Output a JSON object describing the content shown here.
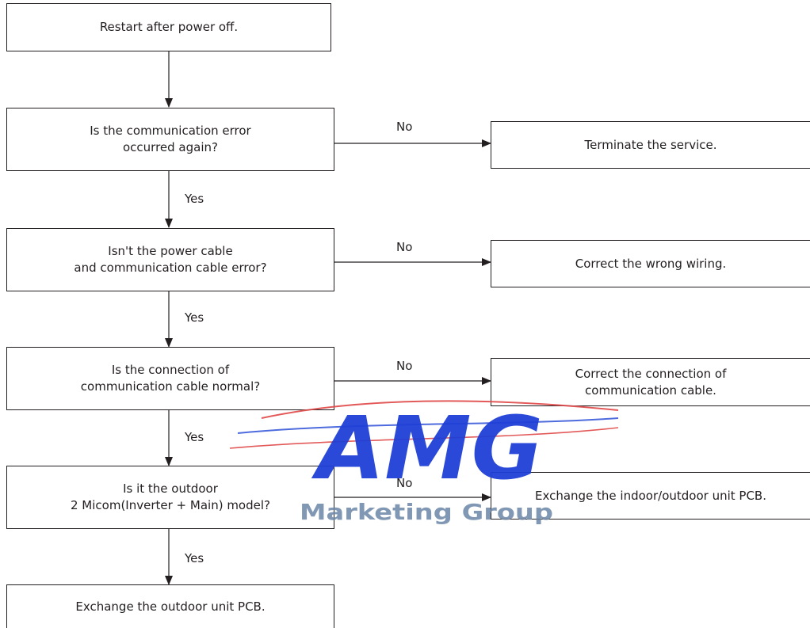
{
  "flowchart": {
    "boxes": [
      {
        "id": "start",
        "text": "Restart after power off."
      },
      {
        "id": "q1",
        "text": "Is the communication error\noccurred again?"
      },
      {
        "id": "q2",
        "text": "Isn't the power cable\nand communication cable error?"
      },
      {
        "id": "q3",
        "text": "Is the connection of\ncommunication cable normal?"
      },
      {
        "id": "q4",
        "text": "Is it the outdoor\n2 Micom(Inverter + Main) model?"
      },
      {
        "id": "end",
        "text": "Exchange the outdoor unit PCB."
      },
      {
        "id": "a1",
        "text": "Terminate the service."
      },
      {
        "id": "a2",
        "text": "Correct the wrong wiring."
      },
      {
        "id": "a3",
        "text": "Correct the connection of\ncommunication cable."
      },
      {
        "id": "a4",
        "text": "Exchange the indoor/outdoor unit PCB."
      }
    ],
    "labels": {
      "no1": "No",
      "no2": "No",
      "no3": "No",
      "no4": "No",
      "yes1": "Yes",
      "yes2": "Yes",
      "yes3": "Yes",
      "yes4": "Yes"
    }
  },
  "watermark": {
    "logo_text": "AMG",
    "tagline": "Marketing Group",
    "colors": {
      "logo": "#1f3fd6",
      "tagline": "#6b86a8",
      "swoosh_red": "#e04848",
      "swoosh_blue": "#3b5bdb"
    }
  },
  "colors": {
    "line": "#231f20",
    "text": "#231f20",
    "background": "#ffffff"
  }
}
